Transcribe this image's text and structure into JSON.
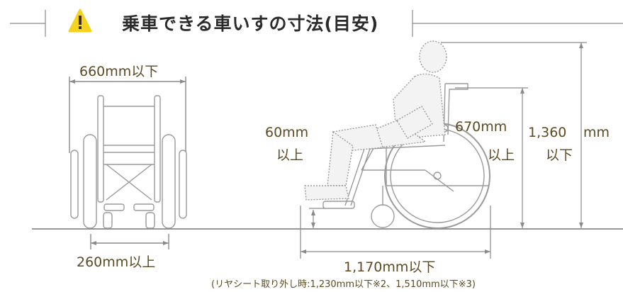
{
  "title": "乗車できる車いすの寸法(目安)",
  "icon": "warning-icon",
  "colors": {
    "warning_fill": "#f4d21e",
    "line": "#8a8a8a",
    "label_text": "#5b4a22"
  },
  "labels": {
    "width": "660mm以下",
    "wheel_track": "260mm以上",
    "footrest_clearance_value": "60mm",
    "footrest_clearance_suffix": "以上",
    "seat_height_value": "670mm",
    "seat_height_suffix": "以上",
    "total_height_value": "1,360",
    "total_height_unit": "mm",
    "total_height_suffix": "以下",
    "length": "1,170mm以下",
    "length_note": "(リヤシート取り外し時:1,230mm以下※2、1,510mm以下※3)"
  }
}
